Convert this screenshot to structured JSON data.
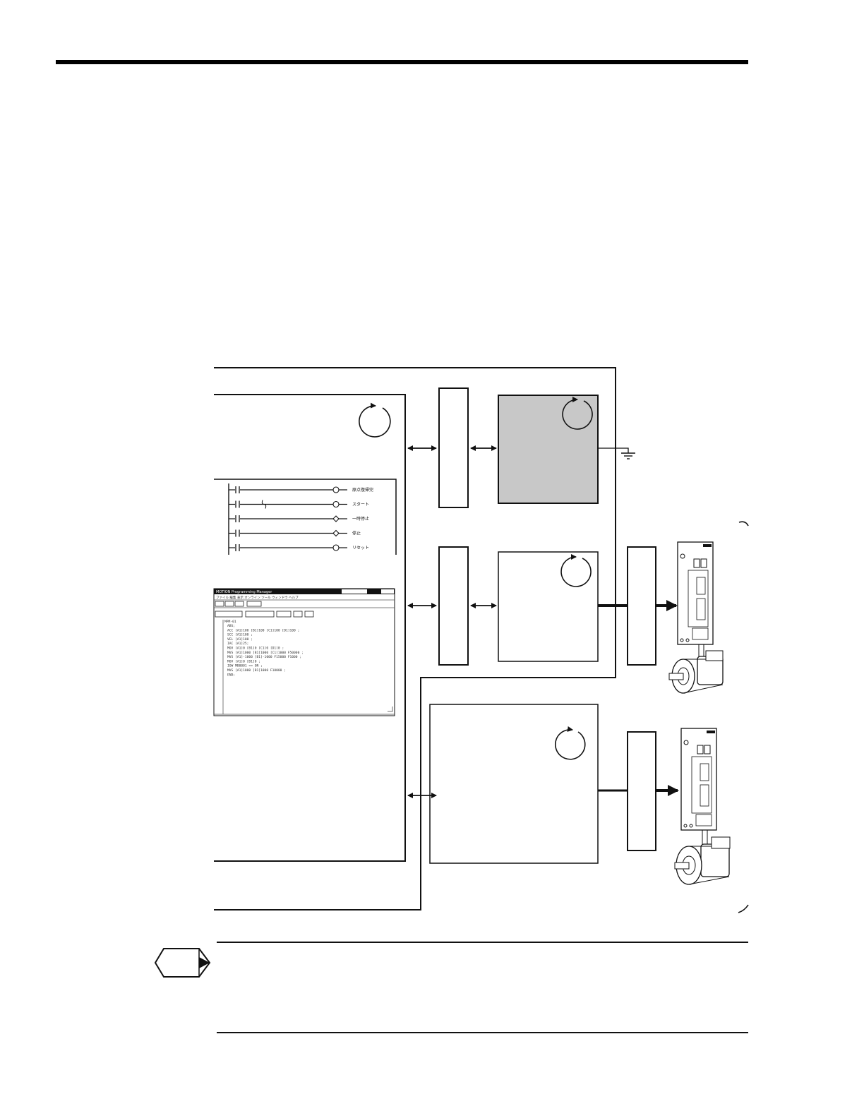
{
  "ladder": {
    "rungs": [
      {
        "label": "原点復帰完",
        "contact_end": "coil"
      },
      {
        "label": "スタート",
        "contact_end": "coil"
      },
      {
        "label": "一時停止",
        "contact_end": "diamond"
      },
      {
        "label": "停止",
        "contact_end": "diamond"
      },
      {
        "label": "リセット",
        "contact_end": "coil"
      }
    ]
  },
  "editor": {
    "title": "MOTION Programming Manager",
    "menu": "ファイル  編集  表示  オンライン  ツール  ウィンドウ  ヘルプ",
    "program_no": "MPM-01",
    "code_lines": [
      "ABS;",
      "ACC [A1]100 [B1]100 [C1]100 [D1]100 ;",
      "SCC [A1]100 ;",
      "VEL [A1]100 ;",
      "IAC [A1]25;",
      "MOV [A1]0 [B1]0 [C1]0 [D1]0 ;",
      "MVS [A1]1000 [B1]1000 [C1]1000 F50000 ;",
      "MVS [A1]-1000 [B1]-1000 F15000 F1000 ;",
      "MOV [A1]0 [B1]0 ;",
      "IOW MB0001 == ON ;",
      "MVS [A1]1000 [B1]1000 F10000 ;",
      "END;"
    ]
  },
  "icons": {
    "note": "pencil-note-icon",
    "ground": "ground-icon",
    "rotation": "rotation-arrow-icon",
    "servopack": "servopack-icon",
    "servomotor": "servomotor-icon"
  },
  "colors": {
    "shaded_block": "#c8c8c8",
    "line": "#111111"
  }
}
